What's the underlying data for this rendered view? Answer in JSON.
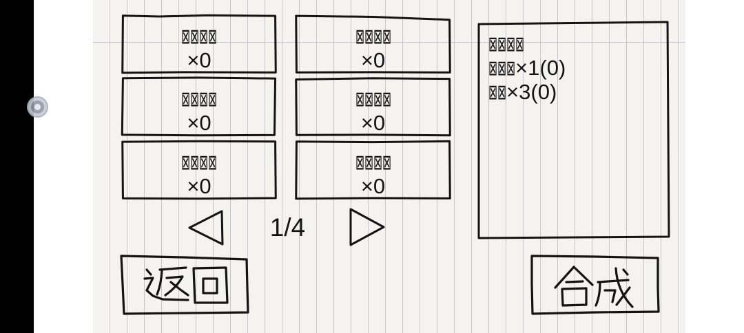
{
  "items": [
    {
      "name": "⊠⊠⊠⊠",
      "count": "×0"
    },
    {
      "name": "⊠⊠⊠⊠",
      "count": "×0"
    },
    {
      "name": "⊠⊠⊠⊠",
      "count": "×0"
    },
    {
      "name": "⊠⊠⊠⊠",
      "count": "×0"
    },
    {
      "name": "⊠⊠⊠⊠",
      "count": "×0"
    },
    {
      "name": "⊠⊠⊠⊠",
      "count": "×0"
    }
  ],
  "pagination": {
    "page": "1/4",
    "prev_icon": "triangle-left-icon",
    "next_icon": "triangle-right-icon"
  },
  "detail": {
    "title": "⊠⊠⊠⊠",
    "requirements": [
      "⊠⊠⊠×1(0)",
      "⊠⊠×3(0)"
    ]
  },
  "buttons": {
    "back": "返回",
    "craft": "合成"
  },
  "floating_button": {
    "icon": "assistive-touch-icon"
  },
  "colors": {
    "ink": "#141414",
    "paper": "#f4f3ef",
    "rule": "#c3c8d0",
    "letterbox": "#000000",
    "margin": "#ffffff"
  }
}
